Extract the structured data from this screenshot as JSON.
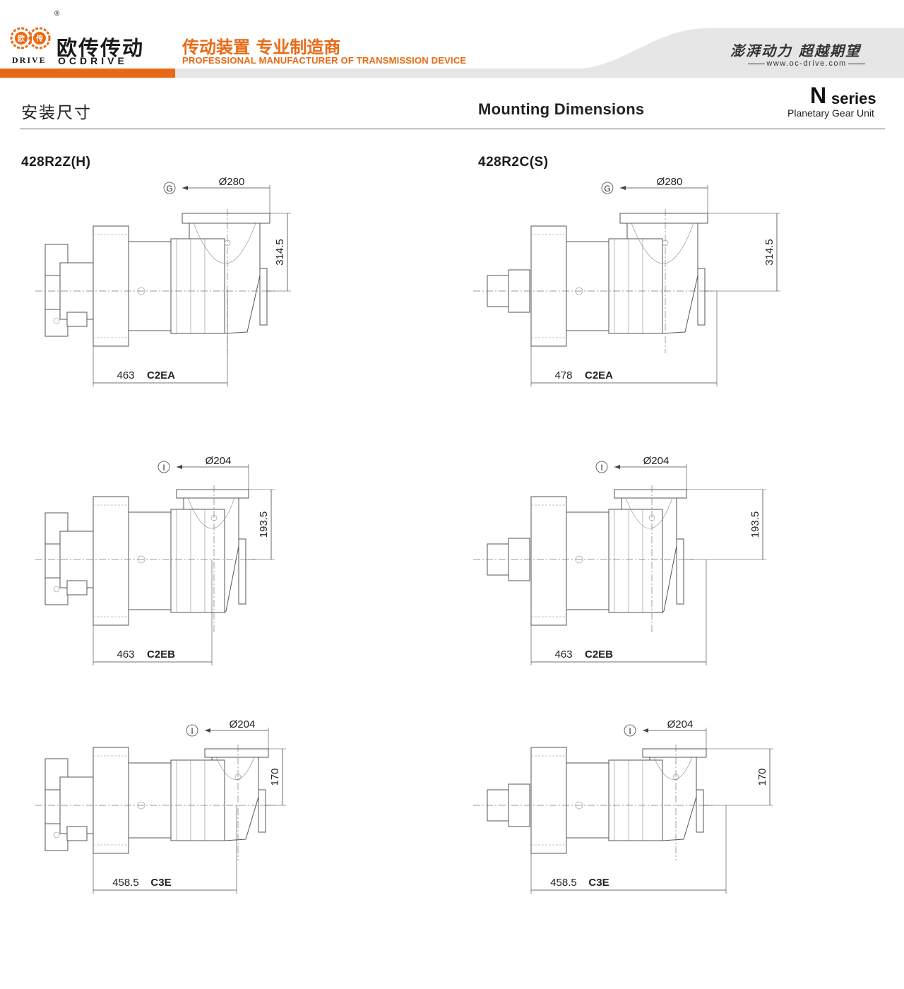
{
  "header": {
    "logo_cn": "欧传传动",
    "logo_en": "OCDRIVE",
    "logo_drive": "DRIVE",
    "logo_badge_left": "欧",
    "logo_badge_right": "传",
    "registered": "®",
    "tagline_cn": "传动装置 专业制造商",
    "tagline_en": "PROFESSIONAL MANUFACTURER OF TRANSMISSION DEVICE",
    "slogan": "澎湃动力 超越期望",
    "website": "www.oc-drive.com",
    "accent_color": "#e86a16",
    "band_color": "#e6e6e6"
  },
  "title_cn": "安装尺寸",
  "title_en": "Mounting Dimensions",
  "series_letter": "N",
  "series_word": "series",
  "series_sub": "Planetary Gear Unit",
  "columns": [
    {
      "model": "428R2Z(H)",
      "variant": "Z",
      "drawings": [
        {
          "flange_symbol": "G",
          "diameter": "Ø280",
          "height": "314.5",
          "length": "463",
          "code": "C2EA"
        },
        {
          "flange_symbol": "I",
          "diameter": "Ø204",
          "height": "193.5",
          "length": "463",
          "code": "C2EB"
        },
        {
          "flange_symbol": "I",
          "diameter": "Ø204",
          "height": "170",
          "length": "458.5",
          "code": "C3E"
        }
      ]
    },
    {
      "model": "428R2C(S)",
      "variant": "C",
      "drawings": [
        {
          "flange_symbol": "G",
          "diameter": "Ø280",
          "height": "314.5",
          "length": "478",
          "code": "C2EA"
        },
        {
          "flange_symbol": "I",
          "diameter": "Ø204",
          "height": "193.5",
          "length": "463",
          "code": "C2EB"
        },
        {
          "flange_symbol": "I",
          "diameter": "Ø204",
          "height": "170",
          "length": "458.5",
          "code": "C3E"
        }
      ]
    }
  ]
}
